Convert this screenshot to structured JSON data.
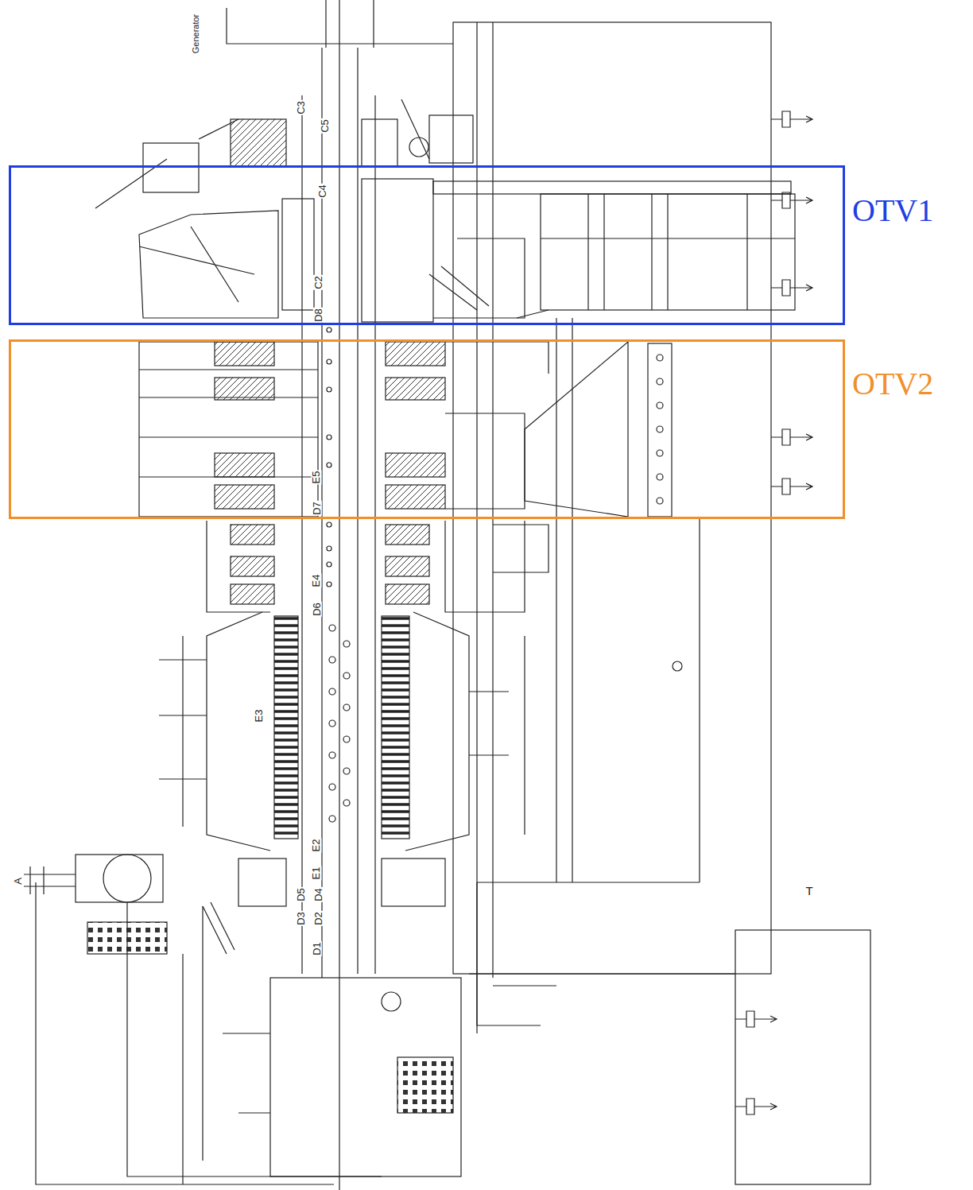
{
  "diagram": {
    "nodes": [
      {
        "text": [
          "OTV1"
        ]
      },
      {
        "text": [
          "OTV2"
        ]
      }
    ],
    "labels": [
      "Generator",
      "C3",
      "C5",
      "C4",
      "C2",
      "D8",
      "E5",
      "D7",
      "E4",
      "D6",
      "E3",
      "E2",
      "E1",
      "D5",
      "D4",
      "D3",
      "D2",
      "D1",
      "A",
      "T"
    ]
  }
}
